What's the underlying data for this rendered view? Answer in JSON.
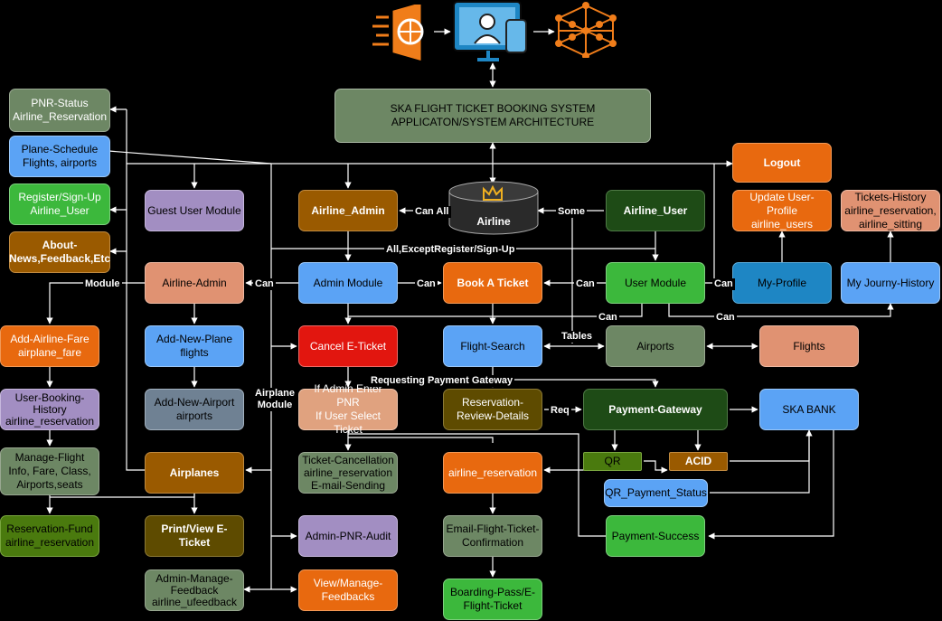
{
  "title_lines": [
    "SKA FLIGHT TICKET BOOKING SYSTEM",
    "APPLICATON/SYSTEM ARCHITECTURE"
  ],
  "database": {
    "label": "Airline",
    "icon": "crown-icon"
  },
  "header_icons": [
    "web-icon",
    "user-devices-icon",
    "network-icon"
  ],
  "nodes": {
    "pnr_status": "PNR-Status\nAirline_Reservation",
    "plane_schedule": "Plane-Schedule\nFlights, airports",
    "register": "Register/Sign-Up\nAirline_User",
    "about": "About-\nNews,Feedback,Etc",
    "guest_module": "Guest User Module",
    "airline_admin_top": "Airline_Admin",
    "airline_user": "Airline_User",
    "logout": "Logout",
    "update_profile": "Update User-Profile\nairline_users",
    "tickets_history": "Tickets-History\nairline_reservation,\nairline_sitting",
    "airline_admin_left": "Airline-Admin",
    "admin_module": "Admin Module",
    "book_ticket": "Book A Ticket",
    "user_module": "User Module",
    "my_profile": "My-Profile",
    "journey_history": "My Journy-History",
    "add_fare": "Add-Airline-Fare\nairplane_fare",
    "add_plane": "Add-New-Plane\nflights",
    "cancel_ticket": "Cancel E-Ticket",
    "flight_search": "Flight-Search",
    "airports": "Airports",
    "flights": "Flights",
    "user_booking": "User-Booking-\nHistory\nairline_reservation",
    "add_airport": "Add-New-Airport\nairports",
    "pnr_check": "If Admin Enter PNR\nIf User Select Ticket",
    "reservation_review": "Reservation-\nReview-Details",
    "payment_gateway": "Payment-Gateway",
    "ska_bank": "SKA BANK",
    "manage_flight": "Manage-Flight\nInfo, Fare, Class,\nAirports,seats",
    "airplanes": "Airplanes",
    "ticket_cancellation": "Ticket-Cancellation\nairline_reservation\nE-mail-Sending",
    "airline_reservation": "airline_reservation",
    "qr": "QR",
    "acid": "ACID",
    "qr_status": "QR_Payment_Status",
    "reservation_fund": "Reservation-Fund\nairline_reservation",
    "print_ticket": "Print/View E-Ticket",
    "pnr_audit": "Admin-PNR-Audit",
    "email_confirmation": "Email-Flight-Ticket-\nConfirmation",
    "payment_success": "Payment-Success",
    "manage_feedback": "Admin-Manage-\nFeedback\nairline_ufeedback",
    "view_feedbacks": "View/Manage-\nFeedbacks",
    "boarding_pass": "Boarding-Pass/E-\nFlight-Ticket"
  },
  "edge_labels": {
    "can_all": "Can All",
    "some": "Some",
    "all_except": "All,ExceptRegister/Sign-Up",
    "module": "Module",
    "can_admin": "Can",
    "can_book": "Can",
    "can_user": "Can",
    "can_profile": "Can",
    "can_cancel": "Can",
    "can_journey": "Can",
    "tables": "Tables",
    "airplane_module": "Airplane\nModule",
    "requesting": "Requesting Payment Gateway",
    "req": "Req"
  },
  "colors": {
    "grey_green": "#6d8764",
    "blue": "#5ba3f5",
    "green": "#3cb83c",
    "brown": "#9a5a00",
    "purple": "#a28ec2",
    "orange": "#e8690f",
    "salmon": "#e09272",
    "dark_green": "#1e4b16",
    "steel_blue": "#1e86c4",
    "red": "#e2160f",
    "olive": "#5e4b00",
    "slate": "#6f8193",
    "lime": "#4a7a0e",
    "peach": "#e0a27f",
    "accent_orange": "#f07d1a"
  }
}
